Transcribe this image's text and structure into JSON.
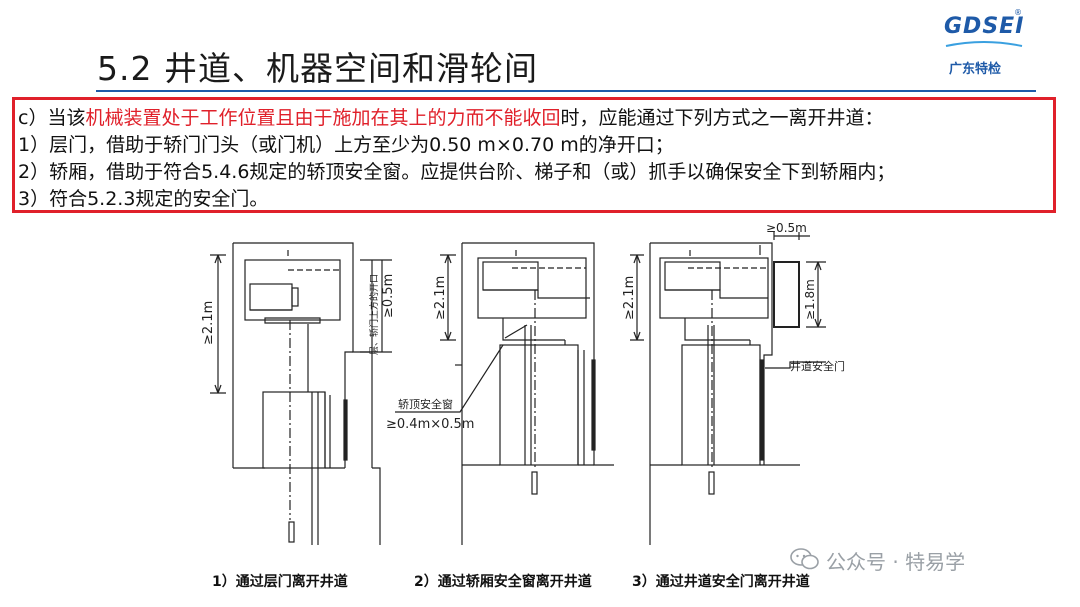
{
  "slide": {
    "title": "5.2 井道、机器空间和滑轮间",
    "logo": {
      "brand": "GDSEI",
      "reg": "®",
      "org": "广东特检"
    },
    "clause": {
      "prefix": "c）当该",
      "highlight": "机械装置处于工作位置且由于施加在其上的力而不能收回",
      "suffix": "时，应能通过下列方式之一离开井道："
    },
    "items": [
      "1）层门，借助于轿门门头（或门机）上方至少为0.50 m×0.70 m的净开口；",
      "2）轿厢，借助于符合5.4.6规定的轿顶安全窗。应提供台阶、梯子和（或）抓手以确保安全下到轿厢内；",
      "3）符合5.2.3规定的安全门。"
    ]
  },
  "figure": {
    "dims": {
      "d1_height": "≥2.1m",
      "d1_opening": "≥0.5m",
      "d1_opening_note": "层、轿门上方的开口",
      "d2_height": "≥2.1m",
      "d2_window_label": "轿顶安全窗",
      "d2_window_size": "≥0.4m×0.5m",
      "d3_height": "≥2.1m",
      "d3_width": "≥0.5m",
      "d3_door_h": "≥1.8m",
      "d3_door_label": "井道安全门"
    },
    "captions": [
      "1）通过层门离开井道",
      "2）通过轿厢安全窗离开井道",
      "3）通过井道安全门离开井道"
    ]
  },
  "watermark": "公众号 · 特易学",
  "colors": {
    "accent": "#1e5aa8",
    "highlight": "#e0202a"
  }
}
